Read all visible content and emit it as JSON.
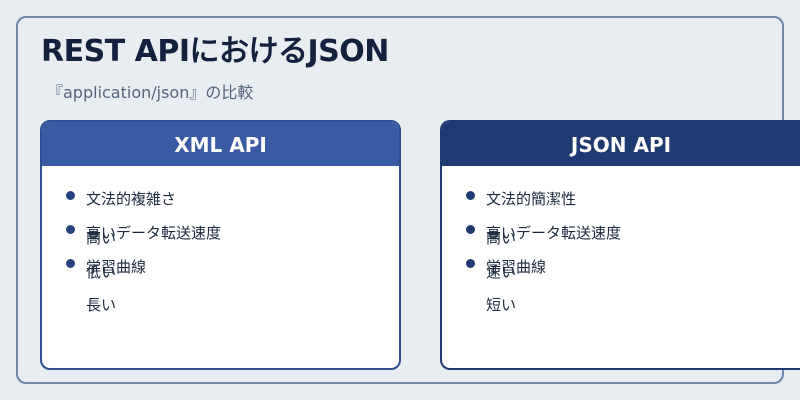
{
  "header": {
    "title": "REST APIにおけるJSON",
    "subtitle": "『application/json』の比較"
  },
  "colors": {
    "background": "#e8edf2",
    "frame_border": "#6f86ad",
    "xml_header": "#3a5ba3",
    "json_header": "#1f3a70",
    "title_text": "#13213f"
  },
  "xml_card": {
    "title": "XML API",
    "items": [
      {
        "text": "文法的複雑さ"
      },
      {
        "text": "高いデータ転送速度",
        "overlay": "高い"
      },
      {
        "text": "学習曲線",
        "overlay": "低い"
      }
    ],
    "trailing": "長い"
  },
  "json_card": {
    "title": "JSON API",
    "items": [
      {
        "text": "文法的簡潔性"
      },
      {
        "text": "高いデータ転送速度",
        "overlay": "高い"
      },
      {
        "text": "学習曲線",
        "overlay": "速い"
      }
    ],
    "trailing": "短い"
  }
}
